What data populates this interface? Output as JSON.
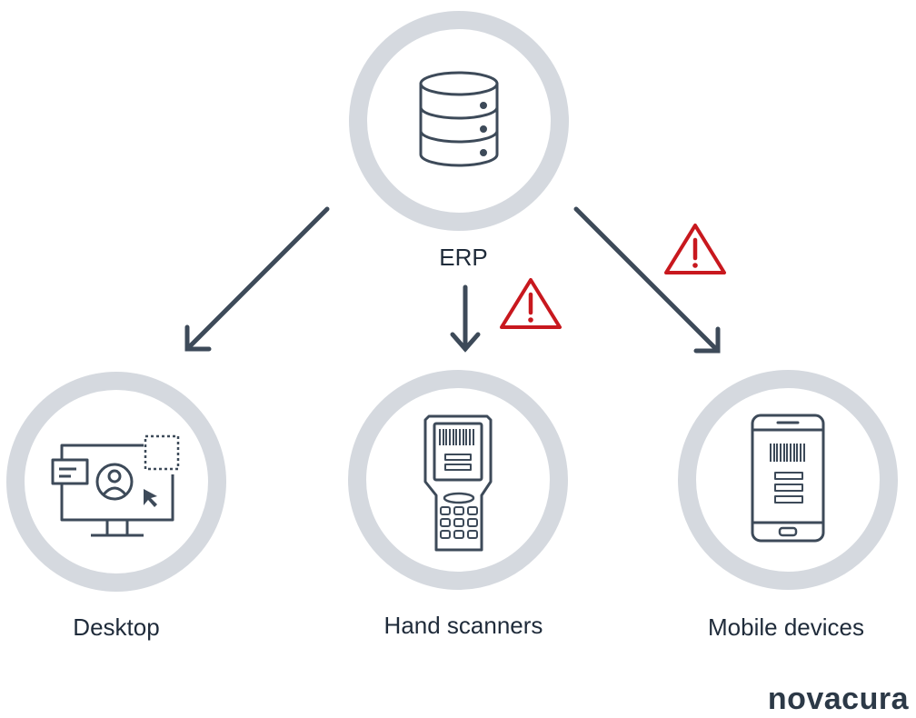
{
  "nodes": {
    "erp": "ERP",
    "desktop": "Desktop",
    "scanners": "Hand scanners",
    "mobile": "Mobile devices"
  },
  "brand": "novacura",
  "colors": {
    "ring": "#d5d9df",
    "stroke": "#3d4a59",
    "warning": "#c8181e",
    "text": "#1f2b3a"
  },
  "icons": [
    "database-icon",
    "desktop-icon",
    "hand-scanner-icon",
    "smartphone-icon",
    "warning-icon"
  ]
}
